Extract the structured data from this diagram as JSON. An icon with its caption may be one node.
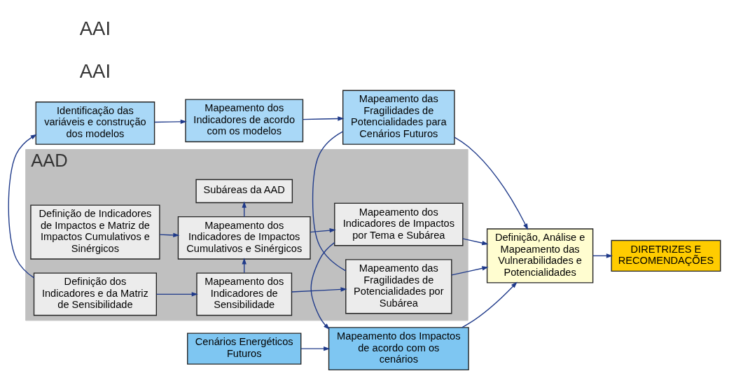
{
  "diagram": {
    "nodes": [
      {
        "text": [
          "Identificação das variáveis e construção dos modelos"
        ]
      },
      {
        "text": [
          "Mapeamento dos Indicadores de acordo com os modelos"
        ]
      },
      {
        "text": [
          "Mapeamento das Fragilidades de Potencialidades para Cenários Futuros"
        ]
      },
      {
        "text": [
          "AAD"
        ]
      },
      {
        "text": [
          "Definição dos Indicadores e da Matriz de Sensibilidade"
        ],
        "in": 3
      },
      {
        "text": [
          "Mapeamento dos Indicadores de Sensibilidade"
        ],
        "in": 3
      },
      {
        "text": [
          "Mapeamento das Fragilidades de Potencialidades por Subárea"
        ],
        "in": 3
      },
      {
        "text": [
          "Definição, Análise e Mapeamento das Vulnerabilidades e Potencialidades"
        ]
      },
      {
        "text": [
          "DIRETRIZES E RECOMENDAÇÕES"
        ]
      },
      {
        "text": [
          "Subáreas da AAD"
        ],
        "in": 3
      },
      {
        "text": [
          "Definição de Indicadores de Impactos e Matriz de Impactos Cumulativos e Sinérgicos"
        ],
        "in": 3
      },
      {
        "text": [
          "Mapeamento dos Indicadores de Impactos Cumulativos e Sinérgicos"
        ],
        "in": 3
      },
      {
        "text": [
          "Mapeamento dos Indicadores de Impactos por Tema e Subárea"
        ],
        "in": 3
      },
      {
        "text": [
          "Cenários Energéticos Futuros"
        ]
      },
      {
        "text": [
          "Mapeamento dos Impactos de acordo com os cenários"
        ]
      }
    ],
    "edges": [
      {
        "from": 0,
        "to": 1,
        "arrow": "to"
      },
      {
        "from": 1,
        "to": 2,
        "arrow": "to"
      },
      {
        "from": 4,
        "to": 0,
        "arrow": "to"
      },
      {
        "from": 4,
        "to": 5,
        "arrow": "to"
      },
      {
        "from": 5,
        "to": 6,
        "arrow": "to"
      },
      {
        "from": 2,
        "to": 6,
        "arrow": "none"
      },
      {
        "from": 2,
        "to": 7,
        "arrow": "to"
      },
      {
        "from": 6,
        "to": 7,
        "arrow": "to"
      },
      {
        "from": 5,
        "to": 11,
        "arrow": "to"
      },
      {
        "from": 11,
        "to": 9,
        "arrow": "to"
      },
      {
        "from": 10,
        "to": 11,
        "arrow": "to"
      },
      {
        "from": 11,
        "to": 12,
        "arrow": "to"
      },
      {
        "from": 12,
        "to": 7,
        "arrow": "to"
      },
      {
        "from": 12,
        "to": 14,
        "arrow": "to"
      },
      {
        "from": 13,
        "to": 14,
        "arrow": "to"
      },
      {
        "from": 14,
        "to": 7,
        "arrow": "to"
      },
      {
        "from": 7,
        "to": 8,
        "arrow": "to"
      }
    ],
    "labels": [
      "AAI",
      "AAI"
    ]
  }
}
